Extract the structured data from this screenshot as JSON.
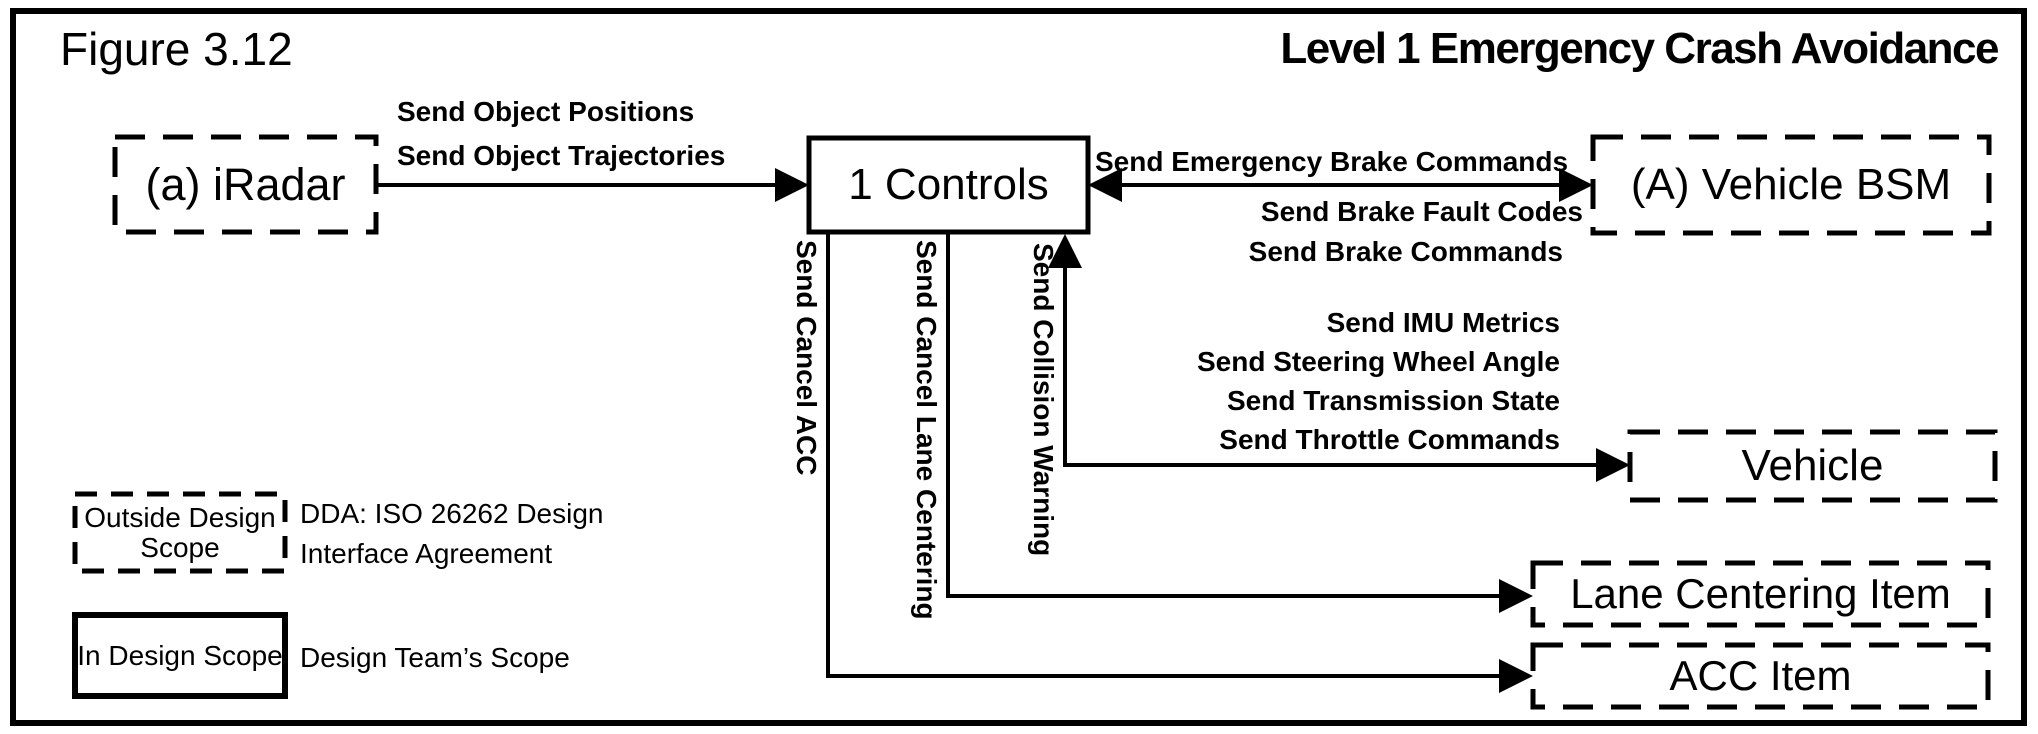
{
  "figure_label": "Figure 3.12",
  "title": "Level 1 Emergency Crash Avoidance",
  "colors": {
    "ink": "#000000",
    "background": "#ffffff"
  },
  "nodes": {
    "iradar": {
      "label": "(a) iRadar",
      "style": "dashed"
    },
    "controls": {
      "label": "1 Controls",
      "style": "solid"
    },
    "vehicle_bsm": {
      "label": "(A) Vehicle BSM",
      "style": "dashed"
    },
    "vehicle": {
      "label": "Vehicle",
      "style": "dashed"
    },
    "lane_centering_item": {
      "label": "Lane Centering Item",
      "style": "dashed"
    },
    "acc_item": {
      "label": "ACC Item",
      "style": "dashed"
    }
  },
  "messages": {
    "iradar_to_controls": [
      "Send Object Positions",
      "Send Object Trajectories"
    ],
    "controls_bsm_above": "Send Emergency Brake Commands",
    "controls_bsm_below": [
      "Send Brake Fault Codes",
      "Send Brake Commands"
    ],
    "vehicle_link": [
      "Send IMU Metrics",
      "Send Steering Wheel Angle",
      "Send Transmission State",
      "Send Throttle Commands"
    ],
    "send_collision_warning": "Send Collision Warning",
    "send_cancel_lane_centering": "Send Cancel Lane Centering",
    "send_cancel_acc": "Send Cancel ACC"
  },
  "legend": {
    "outside_box_line1": "Outside Design",
    "outside_box_line2": "Scope",
    "outside_desc_line1": "DDA: ISO 26262 Design",
    "outside_desc_line2": "Interface Agreement",
    "inside_box": "In Design Scope",
    "inside_desc": "Design Team’s Scope"
  }
}
